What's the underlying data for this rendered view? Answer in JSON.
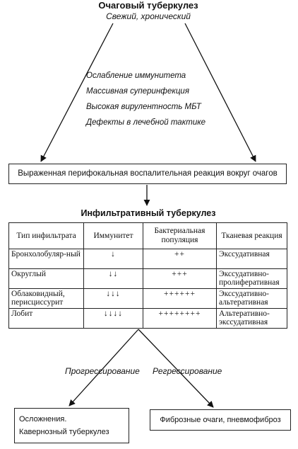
{
  "top": {
    "title": "Очаговый туберкулез",
    "subtitle": "Свежий, хронический"
  },
  "factors": [
    "Ослабление иммунитета",
    "Массивная суперинфекция",
    "Высокая вирулентность МБТ",
    "Дефекты в лечебной тактике"
  ],
  "reaction_box": "Выраженная перифокальная воспалительная реакция вокруг очагов",
  "infiltrative_title": "Инфильтративный туберкулез",
  "table": {
    "headers": [
      "Тип инфильтрата",
      "Иммунитет",
      "Бактериальная популяция",
      "Тканевая реакция"
    ],
    "rows": [
      [
        "Бронхолобуляр-ный",
        "↓",
        "++",
        "Экссудативная"
      ],
      [
        "Округлый",
        "↓↓",
        "+++",
        "Экссудативно-пролиферативная"
      ],
      [
        "Облаковидный, перисциссурит",
        "↓↓↓",
        "++++++",
        "Экссудативно-альтеративная"
      ],
      [
        "Лобит",
        "↓↓↓↓",
        "++++++++",
        "Альтеративно-экссудативная"
      ]
    ]
  },
  "branches": {
    "progress": "Прогрессирование",
    "regress": "Регрессирование"
  },
  "outcome_left": {
    "line1": "Осложнения.",
    "line2": "Кавернозный туберкулез"
  },
  "outcome_right": "Фиброзные очаги, пневмофиброз"
}
